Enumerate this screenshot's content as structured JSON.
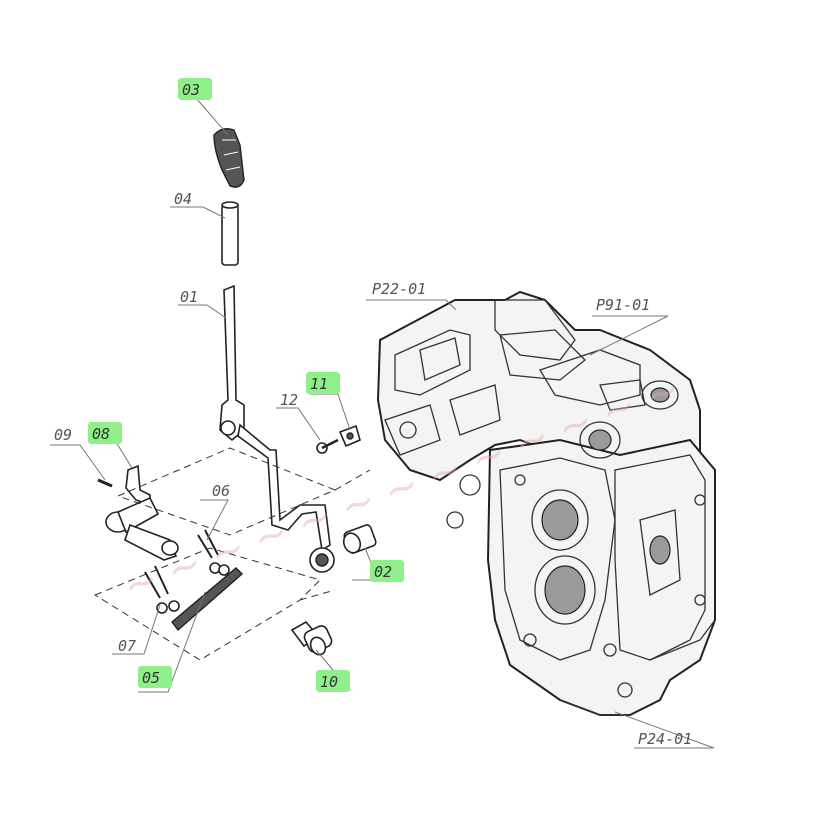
{
  "callouts": {
    "c01": "01",
    "c02": "02",
    "c03": "03",
    "c04": "04",
    "c05": "05",
    "c06": "06",
    "c07": "07",
    "c08": "08",
    "c09": "09",
    "c10": "10",
    "c11": "11",
    "c12": "12"
  },
  "refs": {
    "p22": "P22-01",
    "p91": "P91-01",
    "p24": "P24-01"
  },
  "colors": {
    "highlight": "#8ff08a",
    "ink": "#222222",
    "label": "#555555",
    "watermark": "#e8a6a6"
  }
}
